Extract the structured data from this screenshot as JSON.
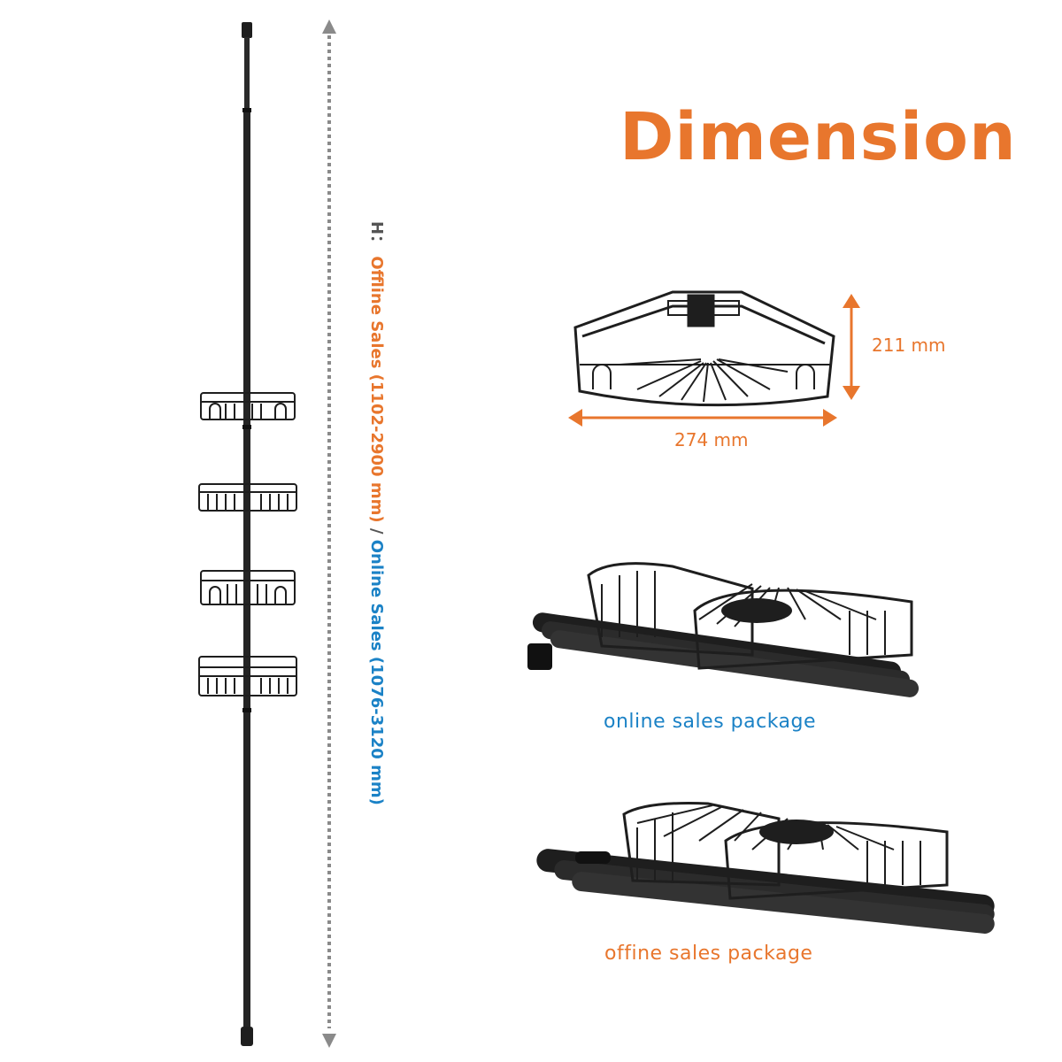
{
  "title": "Dimension",
  "height_label": {
    "prefix": "H：",
    "offline": "Offline Sales  (1102-2900 mm)",
    "separator": " / ",
    "online": "Online Sales (1076-3120 mm)"
  },
  "basket_dimensions": {
    "height": "211 mm",
    "width": "274 mm"
  },
  "packages": {
    "online_label": "online sales package",
    "offline_label": "offine sales package"
  },
  "colors": {
    "accent_orange": "#e8762d",
    "accent_blue": "#1b82c6",
    "product_black": "#1e1e1e",
    "dim_line_gray": "#8a8a8a"
  }
}
